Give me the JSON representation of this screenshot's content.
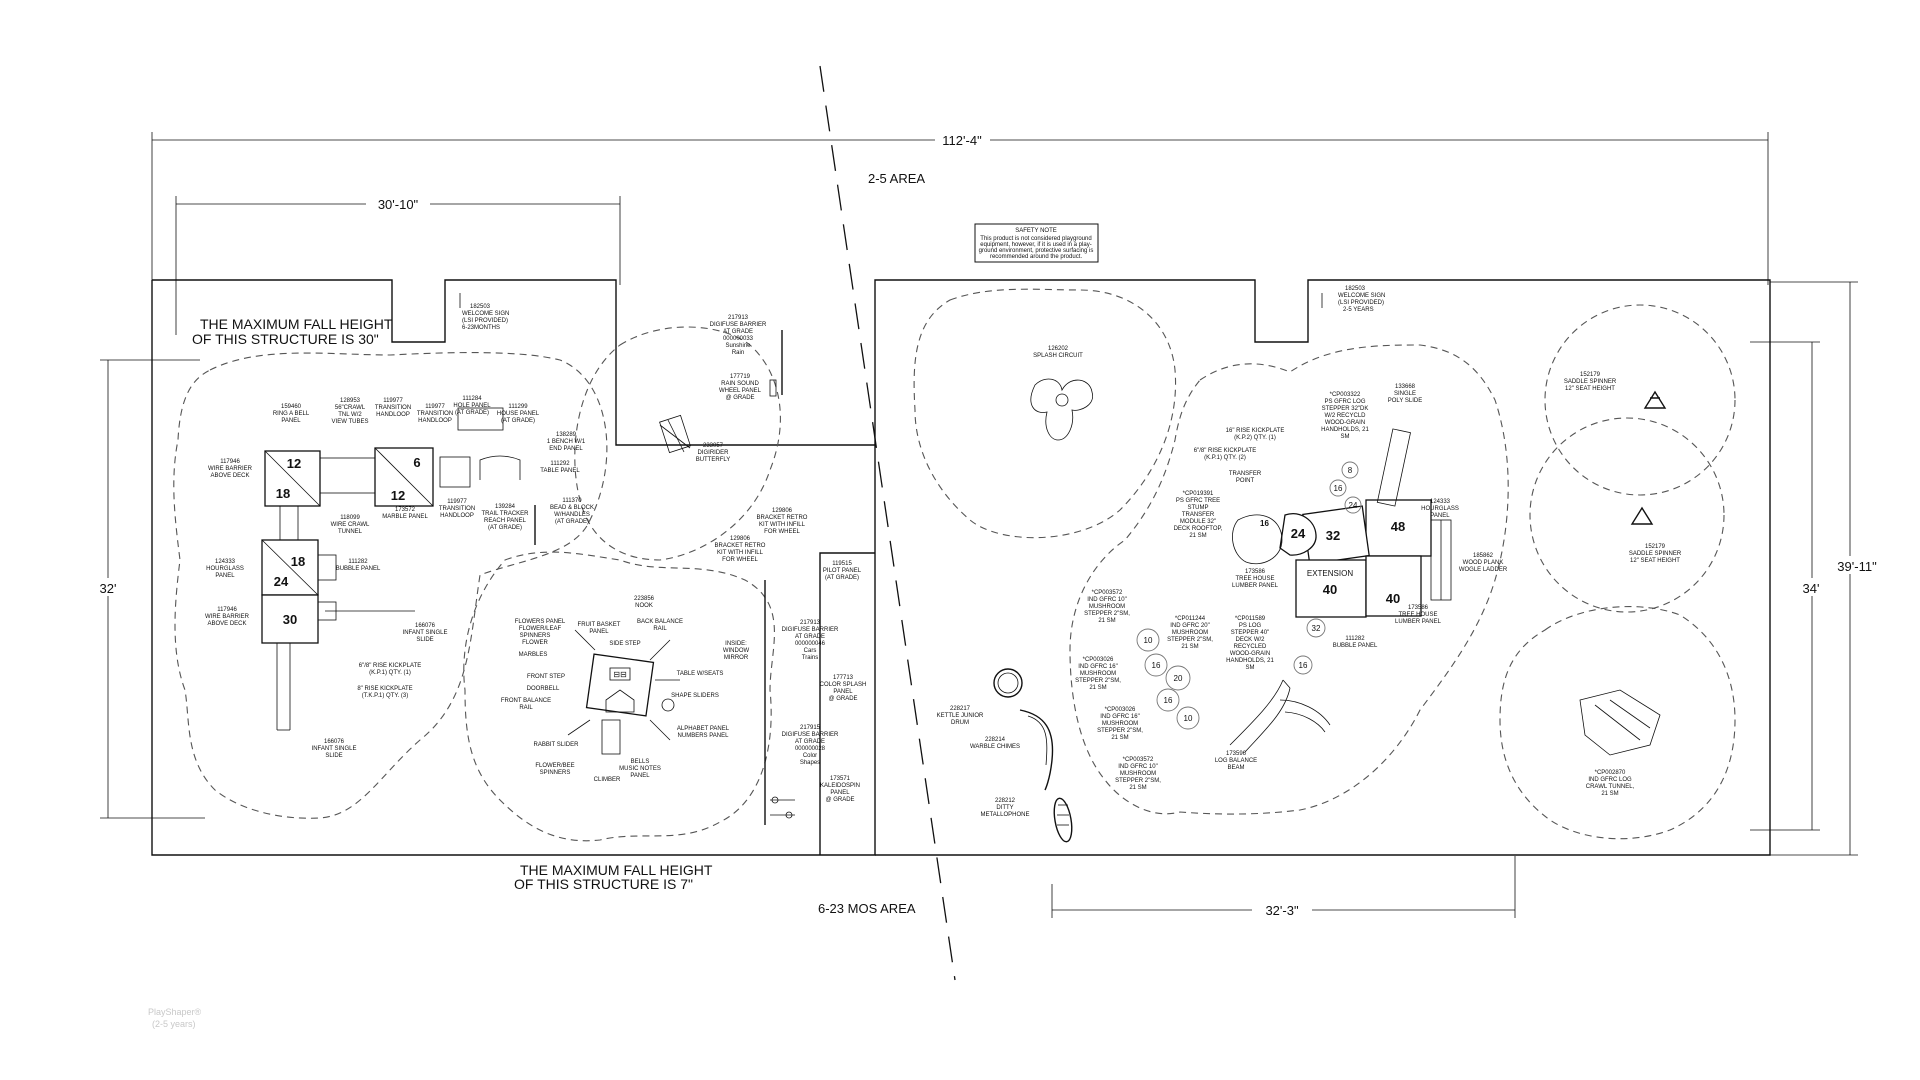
{
  "dimensions": {
    "overall_width": "112'-4\"",
    "left_width": "30'-10\"",
    "left_height": "32'",
    "right_height_outer": "39'-11\"",
    "right_height_inner": "34'",
    "bottom_right_width": "32'-3\""
  },
  "areas": {
    "top": "2-5 AREA",
    "bottom": "6-23 MOS AREA"
  },
  "fall_height": {
    "left_line1": "THE MAXIMUM FALL HEIGHT",
    "left_line2": "OF THIS STRUCTURE IS 30\"",
    "bottom_line1": "THE MAXIMUM FALL HEIGHT",
    "bottom_line2": "OF THIS STRUCTURE IS 7\""
  },
  "safety_note": {
    "title": "SAFETY NOTE",
    "line1": "This product is not considered playground",
    "line2": "equipment, however, if it is used in a play-",
    "line3": "ground environment, protective surfacing is",
    "line4": "recommended around the product."
  },
  "deck_numbers": {
    "a": "12",
    "b": "18",
    "c": "6",
    "d": "12",
    "e": "18",
    "f": "24",
    "g": "30",
    "r1": "24",
    "r2": "32",
    "r3": "48",
    "r4": "40",
    "r5": "40",
    "r6": "16",
    "ext": "EXTENSION"
  },
  "stepper_numbers": [
    "8",
    "16",
    "24",
    "32",
    "16",
    "10",
    "16",
    "20",
    "16",
    "10"
  ],
  "labels_left": {
    "sign_l1": "182503",
    "sign_l2": "WELCOME SIGN",
    "sign_l3": "(LSI PROVIDED)",
    "sign_l4": "6-23MONTHS",
    "ring_l1": "159460",
    "ring_l2": "RING A BELL",
    "ring_l3": "PANEL",
    "crawl_l1": "128953",
    "crawl_l2": "56\"CRAWL",
    "crawl_l3": "TNL W/2",
    "crawl_l4": "VIEW TUBES",
    "hl1_l1": "119977",
    "hl1_l2": "TRANSITION",
    "hl1_l3": "HANDLOOP",
    "hl2_l1": "119977",
    "hl2_l2": "TRANSITION",
    "hl2_l3": "HANDLOOP",
    "hole_l1": "111284",
    "hole_l2": "HOLE PANEL",
    "hole_l3": "(AT GRADE)",
    "house_l1": "111299",
    "house_l2": "HOUSE PANEL",
    "house_l3": "(AT GRADE)",
    "bench_l1": "138289",
    "bench_l2": "1 BENCH W/1",
    "bench_l3": "END PANEL",
    "table_l1": "111292",
    "table_l2": "TABLE PANEL",
    "wb1_l1": "117946",
    "wb1_l2": "WIRE BARRIER",
    "wb1_l3": "ABOVE DECK",
    "wct_l1": "118099",
    "wct_l2": "WIRE CRAWL",
    "wct_l3": "TUNNEL",
    "marble_l1": "173572",
    "marble_l2": "MARBLE PANEL",
    "hl3_l1": "119977",
    "hl3_l2": "TRANSITION",
    "hl3_l3": "HANDLOOP",
    "trail_l1": "139284",
    "trail_l2": "TRAIL TRACKER",
    "trail_l3": "REACH PANEL",
    "trail_l4": "(AT GRADE)",
    "bead_l1": "111370",
    "bead_l2": "BEAD & BLOCK",
    "bead_l3": "W/HANDLES",
    "bead_l4": "(AT GRADE)",
    "hg_l1": "124333",
    "hg_l2": "HOURGLASS",
    "hg_l3": "PANEL",
    "bubble_l1": "111282",
    "bubble_l2": "BUBBLE PANEL",
    "wb2_l1": "117946",
    "wb2_l2": "WIRE BARRIER",
    "wb2_l3": "ABOVE DECK",
    "slide1_l1": "166076",
    "slide1_l2": "INFANT SINGLE",
    "slide1_l3": "SLIDE",
    "kick1_l1": "6\"/8\" RISE KICKPLATE",
    "kick1_l2": "(K.P.1) QTY. (1)",
    "kick2_l1": "8\" RISE KICKPLATE",
    "kick2_l2": "(T.K.P.1) QTY. (3)",
    "slide2_l1": "166076",
    "slide2_l2": "INFANT SINGLE",
    "slide2_l3": "SLIDE"
  },
  "labels_mid": {
    "dig1_l1": "217913",
    "dig1_l2": "DIGIFUSE BARRIER",
    "dig1_l3": "AT GRADE",
    "dig1_l4": "000000033",
    "dig1_l5": "Sunshine",
    "dig1_l6": "Rain",
    "rain_l1": "177719",
    "rain_l2": "RAIN SOUND",
    "rain_l3": "WHEEL PANEL",
    "rain_l4": "@ GRADE",
    "bfly_l1": "233057",
    "bfly_l2": "DIGIRIDER",
    "bfly_l3": "BUTTERFLY",
    "br1_l1": "129806",
    "br1_l2": "BRACKET RETRO",
    "br1_l3": "KIT WITH INFILL",
    "br1_l4": "FOR WHEEL",
    "br2_l1": "129806",
    "br2_l2": "BRACKET RETRO",
    "br2_l3": "KIT WITH INFILL",
    "br2_l4": "FOR WHEEL",
    "nook_l1": "223856",
    "nook_l2": "NOOK",
    "flowers_l1": "FLOWERS PANEL",
    "flowers_l2": "FLOWER/LEAF",
    "flowers_l3": "SPINNERS",
    "flowers_l4": "FLOWER",
    "flowers_l5": "MARBLES",
    "fruit_l1": "FRUIT BASKET",
    "fruit_l2": "PANEL",
    "back_l1": "BACK BALANCE",
    "back_l2": "RAIL",
    "side_step": "SIDE STEP",
    "inside_l1": "INSIDE:",
    "inside_l2": "WINDOW",
    "inside_l3": "MIRROR",
    "front_step": "FRONT STEP",
    "table_seats": "TABLE W/SEATS",
    "doorbell": "DOORBELL",
    "shape_sliders": "SHAPE SLIDERS",
    "fbr_l1": "FRONT BALANCE",
    "fbr_l2": "RAIL",
    "alpha_l1": "ALPHABET PANEL",
    "alpha_l2": "NUMBERS PANEL",
    "rabbit": "RABBIT SLIDER",
    "fbee_l1": "FLOWER/BEE",
    "fbee_l2": "SPINNERS",
    "bells_l1": "BELLS",
    "bells_l2": "MUSIC NOTES",
    "bells_l3": "PANEL",
    "climber": "CLIMBER",
    "pilot_l1": "119515",
    "pilot_l2": "PILOT PANEL",
    "pilot_l3": "(AT GRADE)",
    "dig2_l1": "217913",
    "dig2_l2": "DIGIFUSE BARRIER",
    "dig2_l3": "AT GRADE",
    "dig2_l4": "000000046",
    "dig2_l5": "Cars",
    "dig2_l6": "Trains",
    "splashp_l1": "177713",
    "splashp_l2": "COLOR SPLASH",
    "splashp_l3": "PANEL",
    "splashp_l4": "@ GRADE",
    "dig3_l1": "217915",
    "dig3_l2": "DIGIFUSE BARRIER",
    "dig3_l3": "AT GRADE",
    "dig3_l4": "000000028",
    "dig3_l5": "Color",
    "dig3_l6": "Shapes",
    "kal_l1": "173571",
    "kal_l2": "KALEIDOSPIN",
    "kal_l3": "PANEL",
    "kal_l4": "@ GRADE"
  },
  "labels_right": {
    "sign_l1": "182503",
    "sign_l2": "WELCOME SIGN",
    "sign_l3": "(LSI PROVIDED)",
    "sign_l4": "2-5 YEARS",
    "splash_l1": "126202",
    "splash_l2": "SPLASH CIRCUIT",
    "kick16_l1": "16\" RISE KICKPLATE",
    "kick16_l2": "(K.P.2) QTY. (1)",
    "kick68_l1": "6\"/8\" RISE KICKPLATE",
    "kick68_l2": "(K.P.1) QTY. (2)",
    "transfer_l1": "TRANSFER",
    "transfer_l2": "POINT",
    "cp3322_l1": "*CP003322",
    "cp3322_l2": "PS GFRC LOG",
    "cp3322_l3": "STEPPER 32\"DK",
    "cp3322_l4": "W/2 RECYCLD",
    "cp3322_l5": "WOOD-GRAIN",
    "cp3322_l6": "HANDHOLDS, 21",
    "cp3322_l7": "SM",
    "poly_l1": "133668",
    "poly_l2": "SINGLE",
    "poly_l3": "POLY SLIDE",
    "tree_l1": "*CP019391",
    "tree_l2": "PS GFRC TREE",
    "tree_l3": "STUMP",
    "tree_l4": "TRANSFER",
    "tree_l5": "MODULE 32\"",
    "tree_l6": "DECK ROOFTOP,",
    "tree_l7": "21 SM",
    "hg_l1": "124333",
    "hg_l2": "HOURGLASS",
    "hg_l3": "PANEL",
    "thl1_l1": "173586",
    "thl1_l2": "TREE HOUSE",
    "thl1_l3": "LUMBER PANEL",
    "wood_l1": "185862",
    "wood_l2": "WOOD PLANK",
    "wood_l3": "WOGLE LADDER",
    "thl2_l1": "173586",
    "thl2_l2": "TREE HOUSE",
    "thl2_l3": "LUMBER PANEL",
    "m1_l1": "*CP003572",
    "m1_l2": "IND GFRC 10\"",
    "m1_l3": "MUSHROOM",
    "m1_l4": "STEPPER 2\"SM,",
    "m1_l5": "21 SM",
    "m2_l1": "*CP011244",
    "m2_l2": "IND GFRC 20\"",
    "m2_l3": "MUSHROOM",
    "m2_l4": "STEPPER 2\"SM,",
    "m2_l5": "21 SM",
    "log_l1": "*CP011589",
    "log_l2": "PS LOG",
    "log_l3": "STEPPER 40\"",
    "log_l4": "DECK W/2",
    "log_l5": "RECYCLED",
    "log_l6": "WOOD-GRAIN",
    "log_l7": "HANDHOLDS, 21",
    "log_l8": "SM",
    "bubble_l1": "111282",
    "bubble_l2": "BUBBLE PANEL",
    "m3_l1": "*CP003026",
    "m3_l2": "IND GFRC 16\"",
    "m3_l3": "MUSHROOM",
    "m3_l4": "STEPPER 2\"SM,",
    "m3_l5": "21 SM",
    "m4_l1": "*CP003026",
    "m4_l2": "IND GFRC 16\"",
    "m4_l3": "MUSHROOM",
    "m4_l4": "STEPPER 2\"SM,",
    "m4_l5": "21 SM",
    "m5_l1": "*CP003572",
    "m5_l2": "IND GFRC 10\"",
    "m5_l3": "MUSHROOM",
    "m5_l4": "STEPPER 2\"SM,",
    "m5_l5": "21 SM",
    "beam_l1": "173596",
    "beam_l2": "LOG BALANCE",
    "beam_l3": "BEAM",
    "kettle_l1": "228217",
    "kettle_l2": "KETTLE JUNIOR",
    "kettle_l3": "DRUM",
    "warble_l1": "228214",
    "warble_l2": "WARBLE CHIMES",
    "ditty_l1": "228212",
    "ditty_l2": "DITTY",
    "ditty_l3": "METALLOPHONE",
    "sad1_l1": "152179",
    "sad1_l2": "SADDLE SPINNER",
    "sad1_l3": "12\" SEAT HEIGHT",
    "sad2_l1": "152179",
    "sad2_l2": "SADDLE SPINNER",
    "sad2_l3": "12\" SEAT HEIGHT",
    "tunnel_l1": "*CP002870",
    "tunnel_l2": "IND GFRC LOG",
    "tunnel_l3": "CRAWL TUNNEL,",
    "tunnel_l4": "21 SM"
  },
  "watermark": {
    "line1": "PlayShaper®",
    "line2": "(2-5 years)"
  }
}
